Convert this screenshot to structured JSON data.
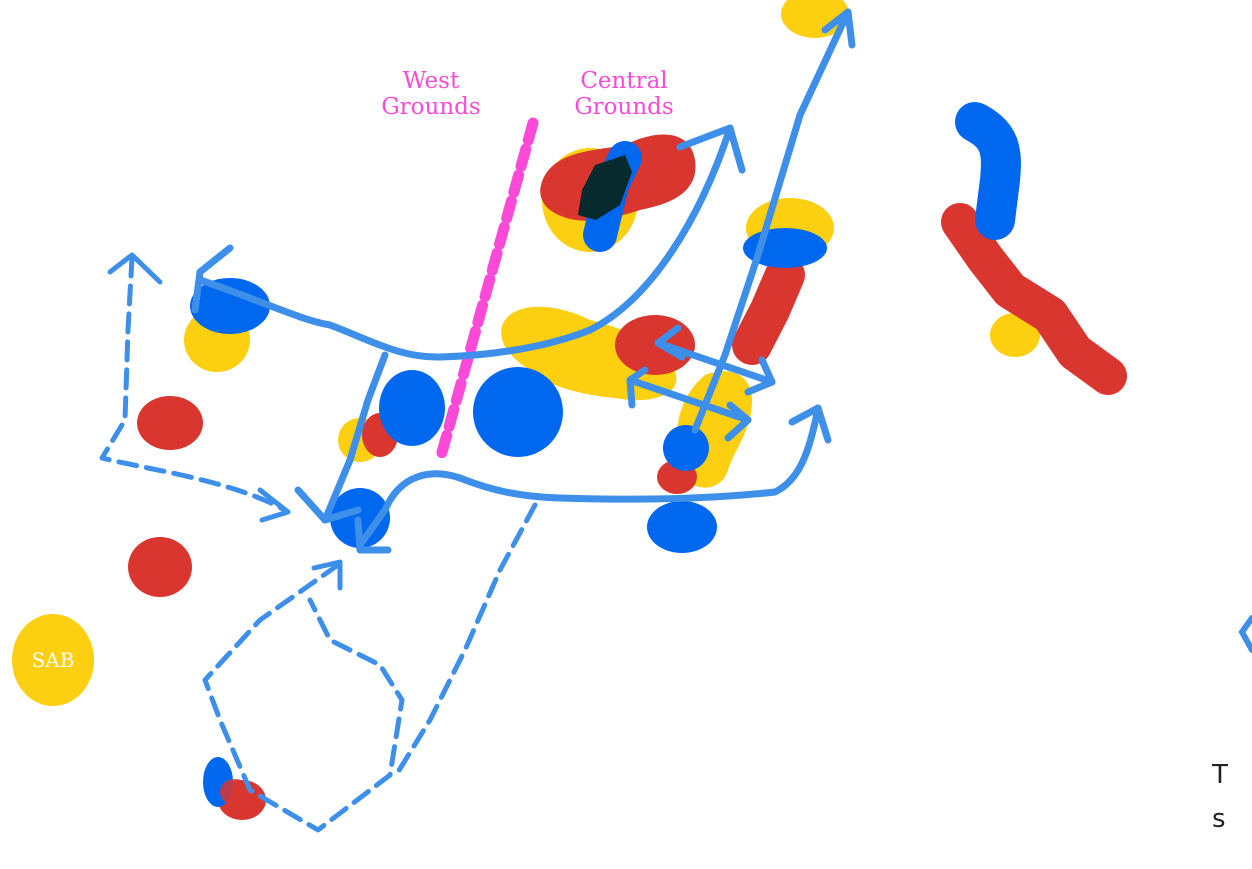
{
  "colors": {
    "path_blue": "#3d8fea",
    "dark_blue": "#0068ef",
    "red": "#d93630",
    "yellow": "#fccf10",
    "magenta": "#fb4ad8",
    "overlap_dark": "#062a2e",
    "white": "#ffffff"
  },
  "labels": {
    "west_line1": "West",
    "west_line2": "Grounds",
    "central_line1": "Central",
    "central_line2": "Grounds",
    "sab": "SAB"
  },
  "edge_text": {
    "line1": "T",
    "line2": "s"
  }
}
